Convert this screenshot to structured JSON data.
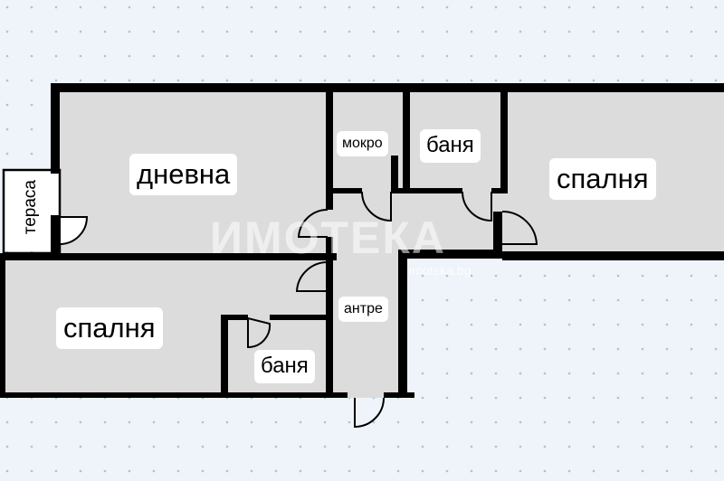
{
  "rooms": {
    "living": "дневна",
    "bedroom_right": "спалня",
    "bedroom_left": "спалня",
    "utility": "мокро",
    "bath_top": "баня",
    "bath_bottom": "баня",
    "hall": "антре",
    "terrace": "тераса"
  },
  "watermark": {
    "brand": "ИМОТЕКА",
    "url": "imoteka.bg"
  },
  "colors": {
    "background": "#eef4f9",
    "room_fill": "#dcdcdc",
    "wall": "#000000",
    "dot": "#a9c3d8",
    "label_bg": "#ffffff"
  }
}
